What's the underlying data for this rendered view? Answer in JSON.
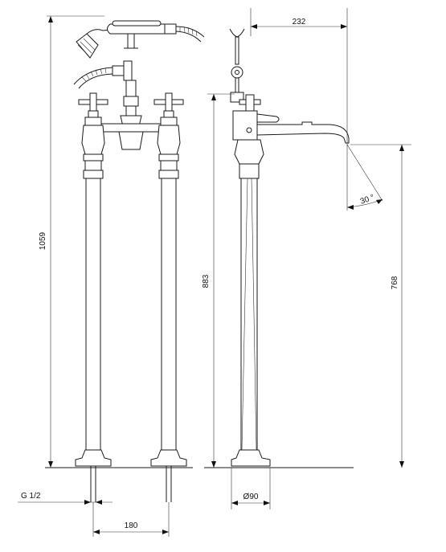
{
  "dimensions": {
    "overall_height": "1059",
    "spout_reach": "232",
    "handle_height": "883",
    "spout_height": "768",
    "spout_angle": "30 °",
    "base_diameter": "Ø90",
    "pipe_thread": "G 1/2",
    "pipe_spacing": "180"
  }
}
